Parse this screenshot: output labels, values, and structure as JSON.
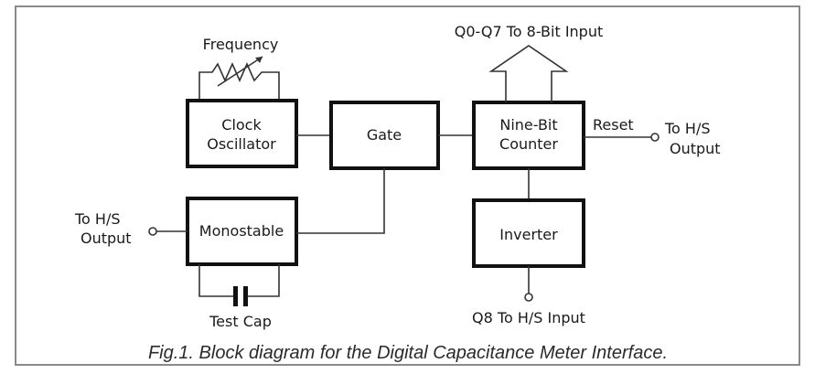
{
  "blocks": {
    "clock_line1": "Clock",
    "clock_line2": "Oscillator",
    "gate": "Gate",
    "counter_line1": "Nine-Bit",
    "counter_line2": "Counter",
    "monostable": "Monostable",
    "inverter": "Inverter"
  },
  "labels": {
    "frequency": "Frequency",
    "bus_output": "Q0-Q7 To 8-Bit Input",
    "reset": "Reset",
    "to_hs_output_right_1": "To H/S",
    "to_hs_output_right_2": "Output",
    "to_hs_output_left_1": "To H/S",
    "to_hs_output_left_2": "Output",
    "test_cap": "Test Cap",
    "q8_input": "Q8 To H/S Input"
  },
  "caption": "Fig.1. Block diagram for the Digital Capacitance Meter Interface."
}
